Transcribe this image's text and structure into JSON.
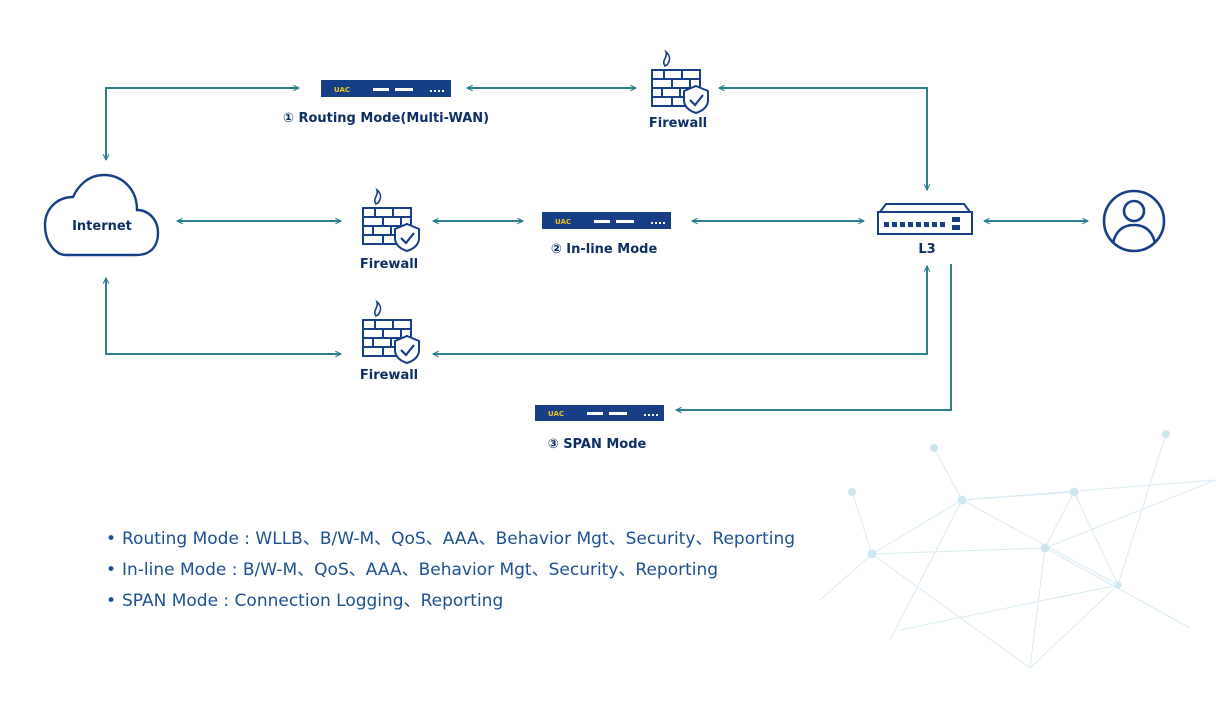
{
  "colors": {
    "line": "#2b7f8e",
    "navy": "#0d2f66",
    "device": "#163f86",
    "uac_text": "#f2c320",
    "bullet_text": "#1d5092"
  },
  "devices": {
    "uac_label": "UAC",
    "routing_mode": "① Routing Mode(Multi-WAN)",
    "inline_mode": "② In-line Mode",
    "span_mode": "③ SPAN Mode",
    "l3": "L3"
  },
  "nodes": {
    "internet": "Internet",
    "firewall_top": "Firewall",
    "firewall_mid": "Firewall",
    "firewall_bottom": "Firewall",
    "user_icon": "user-icon"
  },
  "notes": [
    "Routing Mode : WLLB、B/W-M、QoS、AAA、Behavior Mgt、Security、Reporting",
    "In-line Mode : B/W-M、QoS、AAA、Behavior Mgt、Security、Reporting",
    "SPAN Mode : Connection Logging、Reporting"
  ]
}
